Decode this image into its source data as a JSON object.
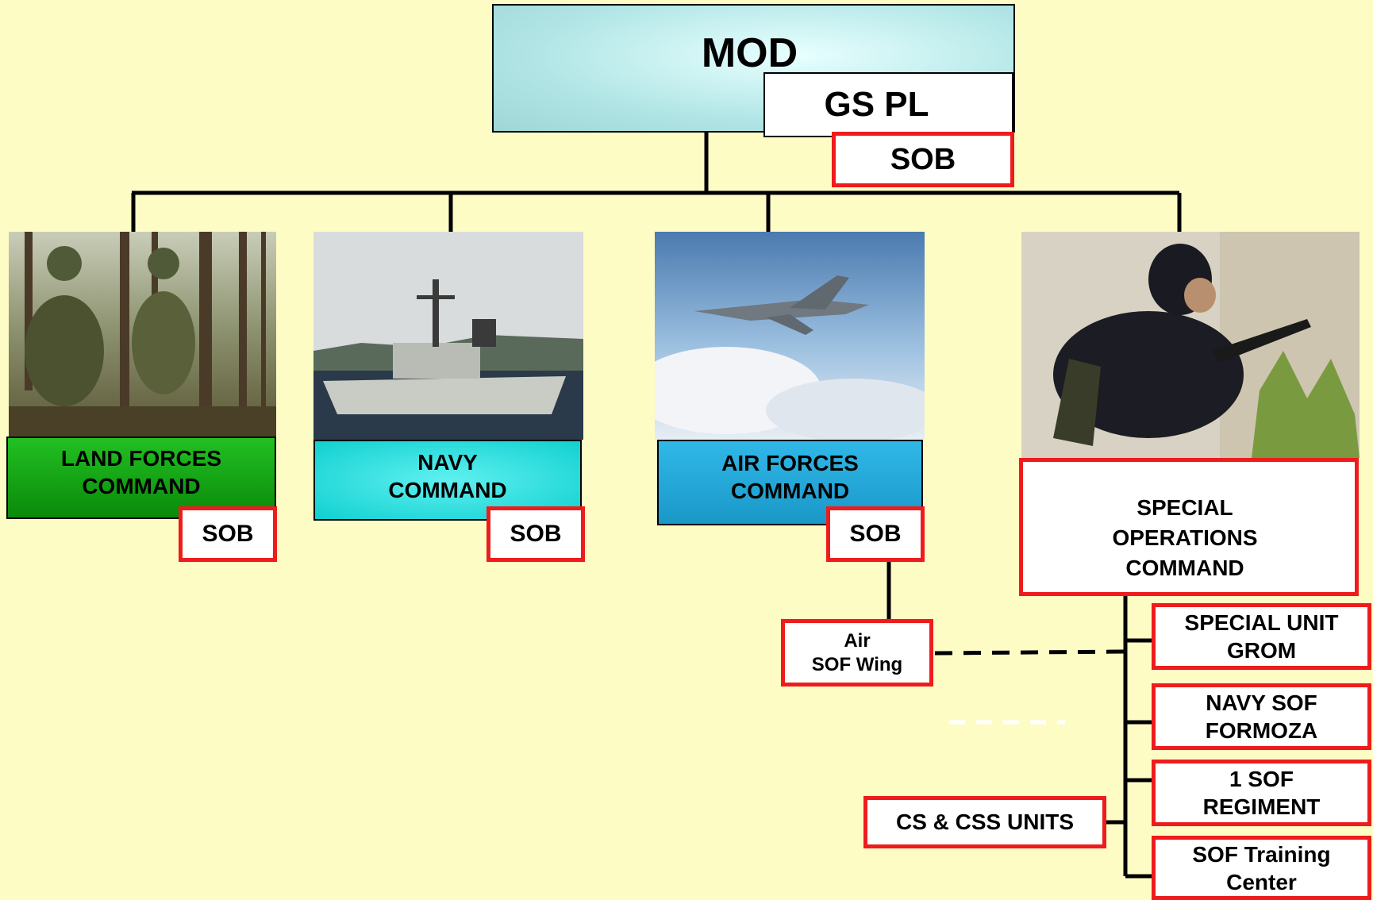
{
  "top": {
    "mod_label": "MOD",
    "gspl_label": "GS PL",
    "sob_label": "SOB"
  },
  "commands": [
    {
      "line1": "LAND FORCES",
      "line2": "COMMAND",
      "sob": "SOB",
      "color": "#12a012"
    },
    {
      "line1": "NAVY",
      "line2": "COMMAND",
      "sob": "SOB",
      "color": "#10d8d8"
    },
    {
      "line1": "AIR FORCES",
      "line2": "COMMAND",
      "sob": "SOB",
      "color": "#1ea8d8"
    }
  ],
  "special_ops": {
    "line1": "SPECIAL",
    "line2": "OPERATIONS",
    "line3": "COMMAND"
  },
  "air_sof_wing": {
    "line1": "Air",
    "line2": "SOF Wing"
  },
  "cs_css_units": "CS & CSS UNITS",
  "sof_units": [
    {
      "line1": "SPECIAL UNIT",
      "line2": "GROM"
    },
    {
      "line1": "NAVY SOF",
      "line2": "FORMOZA"
    },
    {
      "line1": "1 SOF",
      "line2": "REGIMENT"
    },
    {
      "line1": "SOF Training",
      "line2": "Center"
    }
  ],
  "photos": {
    "land": "soldiers-in-forest-photo",
    "navy": "frigate-ship-photo",
    "air": "fighter-jet-photo",
    "special": "combat-diver-photo"
  },
  "colors": {
    "background": "#fefcc5",
    "sob_border": "#ee1c1c",
    "mod_box": "#b2e6e6"
  }
}
